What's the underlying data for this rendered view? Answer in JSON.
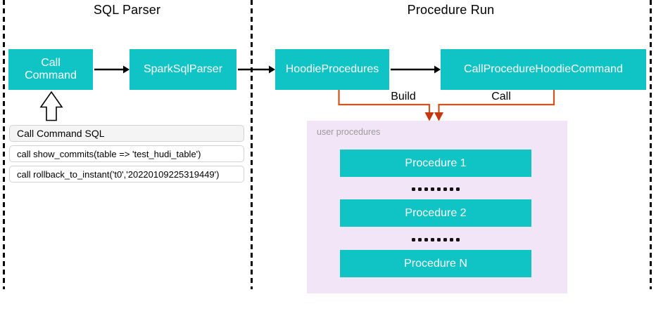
{
  "sections": {
    "sql_parser": {
      "title": "SQL Parser"
    },
    "procedure_run": {
      "title": "Procedure Run"
    }
  },
  "nodes": {
    "call_command": {
      "label": "Call Command"
    },
    "spark_sql_parser": {
      "label": "SparkSqlParser"
    },
    "hoodie_procedures": {
      "label": "HoodieProcedures"
    },
    "call_procedure_hoodie_command": {
      "label": "CallProcedureHoodieCommand"
    }
  },
  "connectors": {
    "build": {
      "label": "Build"
    },
    "call": {
      "label": "Call"
    }
  },
  "sql_panel": {
    "header": "Call Command SQL",
    "rows": [
      {
        "sql": "call show_commits(table => 'test_hudi_table')"
      },
      {
        "sql": "call rollback_to_instant('t0','20220109225319449')"
      }
    ]
  },
  "user_procedures": {
    "label": "user procedures",
    "items": [
      {
        "label": "Procedure 1"
      },
      {
        "label": "Procedure 2"
      },
      {
        "label": "Procedure N"
      }
    ]
  },
  "colors": {
    "node_fill": "#10c4c6",
    "node_text": "#ffffff",
    "group_fill": "#f2e5f7",
    "connector_orange": "#d2541c",
    "arrowhead_red": "#c5380d",
    "arrow_black": "#000000",
    "panel_header_bg": "#f4f4f5"
  }
}
